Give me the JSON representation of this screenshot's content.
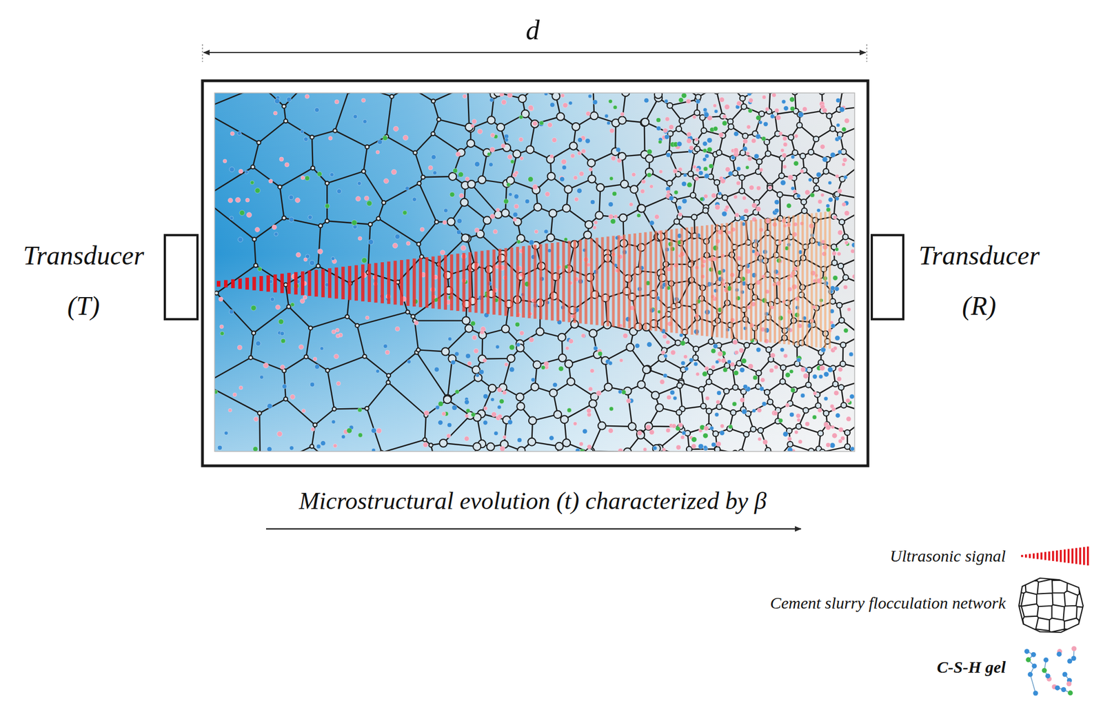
{
  "diagram": {
    "nodes": [
      {
        "text": [
          "Transducer (T)"
        ]
      },
      {
        "text": [
          "Transducer (R)"
        ]
      }
    ],
    "labels": [
      "d",
      "Microstructural evolution (t) characterized by β"
    ],
    "legend": [
      {
        "text": "Ultrasonic signal"
      },
      {
        "text": "Cement slurry flocculation network"
      },
      {
        "text": "C-S-H gel"
      }
    ]
  }
}
